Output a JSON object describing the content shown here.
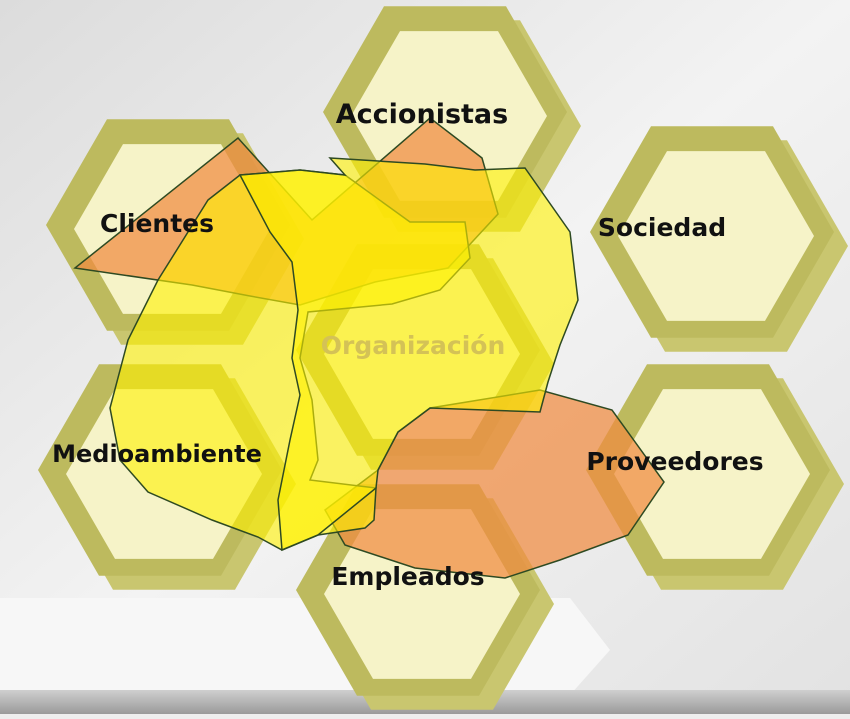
{
  "diagram": {
    "center_label": "Organización",
    "stakeholders": {
      "shareholders": "Accionistas",
      "clients": "Clientes",
      "society": "Sociedad",
      "environment": "Medioambiente",
      "suppliers": "Proveedores",
      "employees": "Empleados"
    }
  },
  "colors": {
    "hex_face": "#f6f3c8",
    "hex_side": "#c9c66f",
    "yellow_region": "#fff200",
    "orange_region": "#f08a40",
    "label_text": "#111111",
    "center_text": "#d4c256",
    "background": "#eeeeee"
  }
}
